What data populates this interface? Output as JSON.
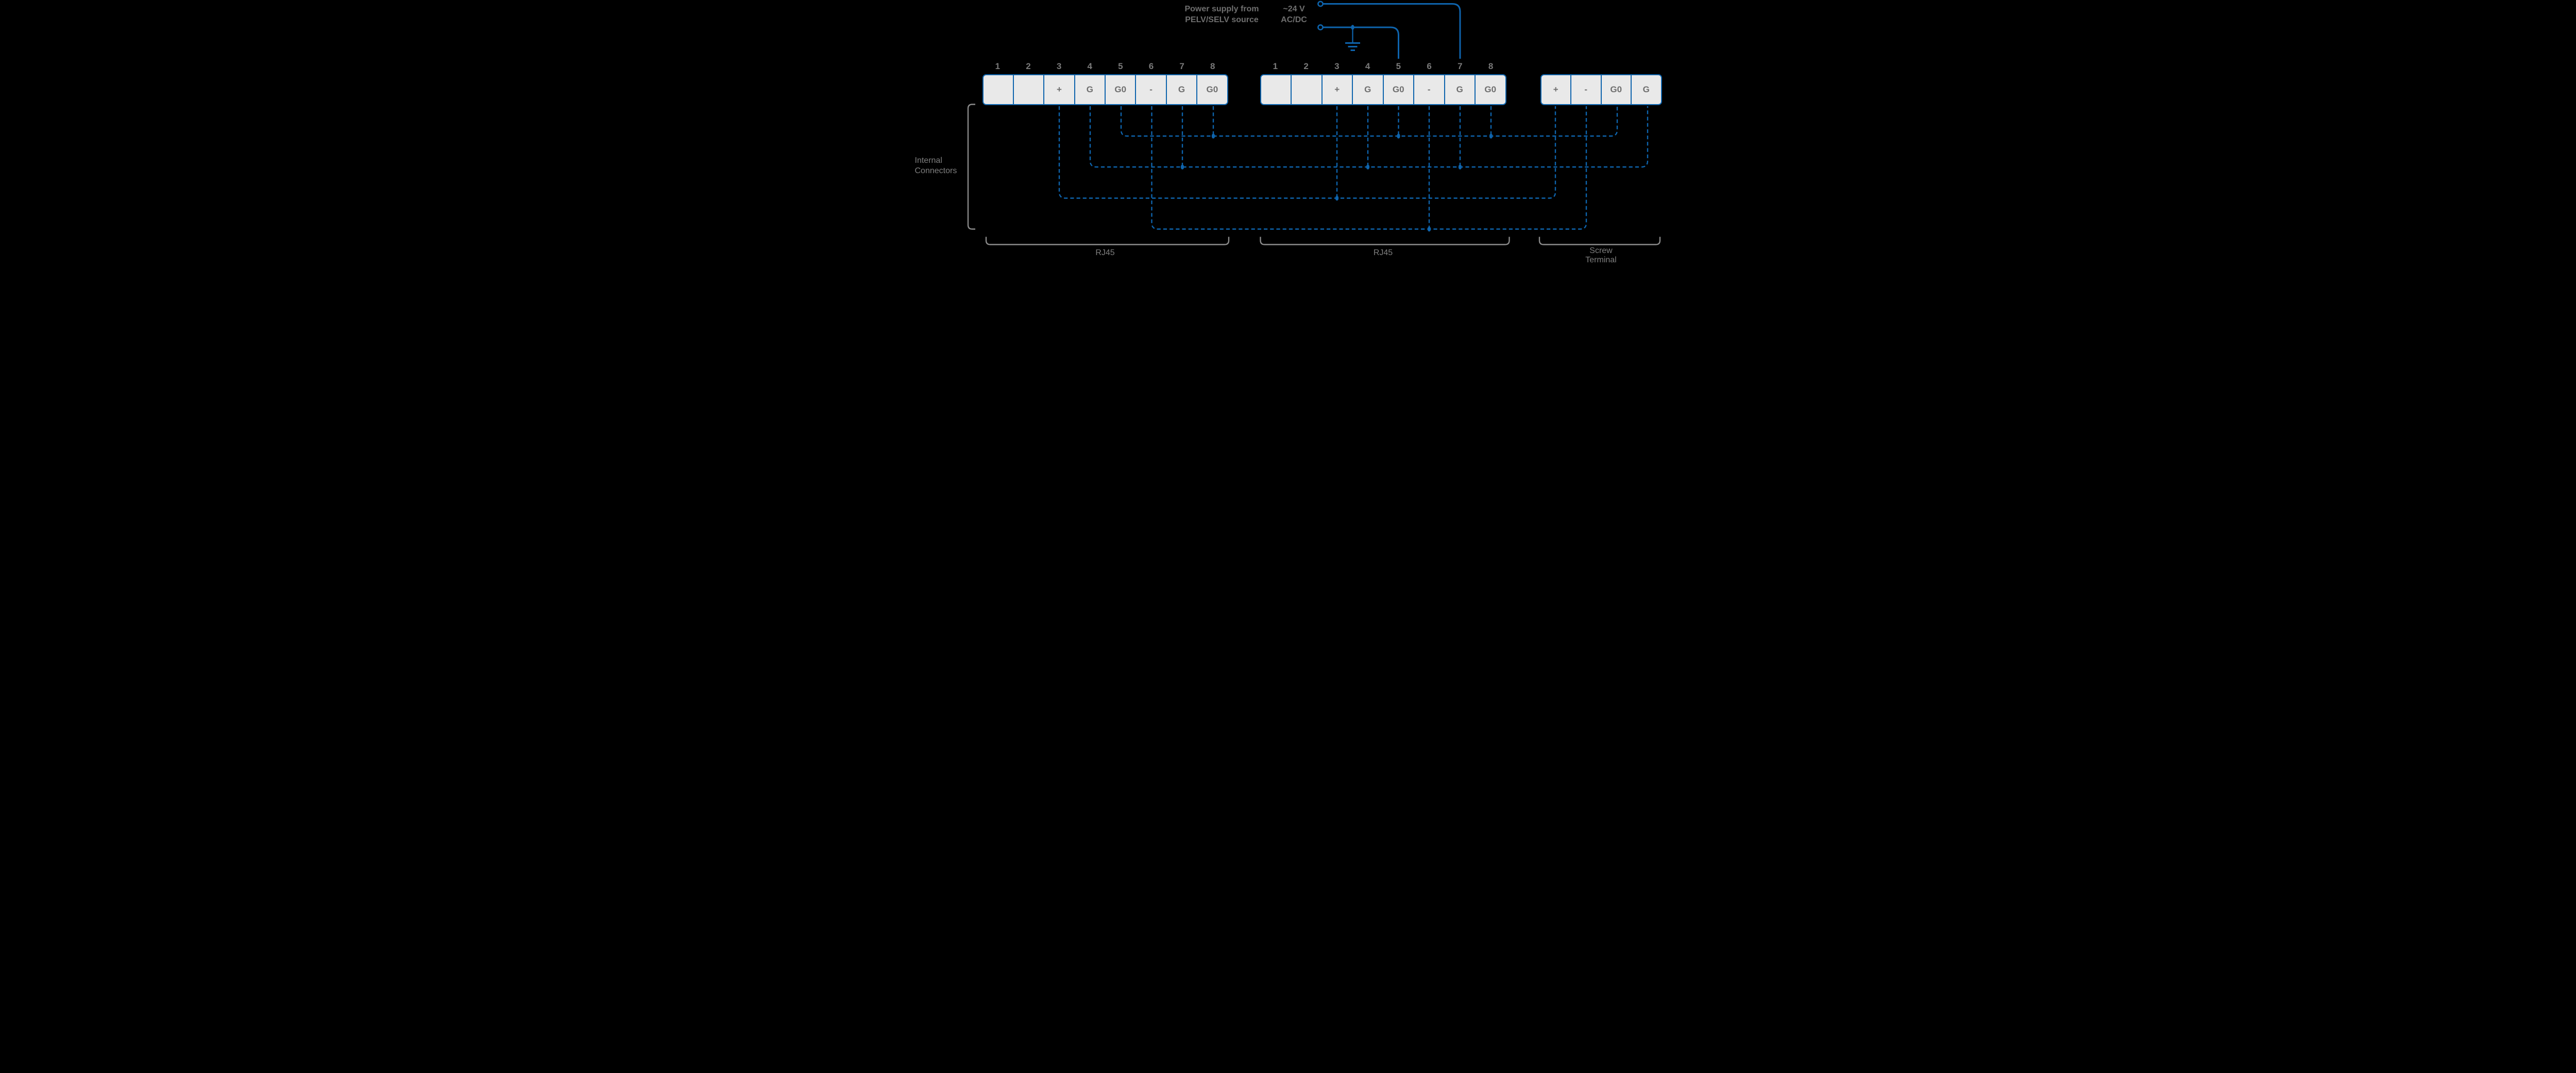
{
  "power_supply": {
    "source_line1": "Power supply from",
    "source_line2": "PELV/SELV source",
    "rating_line1": "~24 V",
    "rating_line2": "AC/DC"
  },
  "connectors": {
    "rj45_1": {
      "label": "RJ45",
      "pin_numbers": [
        "1",
        "2",
        "3",
        "4",
        "5",
        "6",
        "7",
        "8"
      ],
      "pin_labels": [
        "",
        "",
        "+",
        "G",
        "G0",
        "-",
        "G",
        "G0"
      ]
    },
    "rj45_2": {
      "label": "RJ45",
      "pin_numbers": [
        "1",
        "2",
        "3",
        "4",
        "5",
        "6",
        "7",
        "8"
      ],
      "pin_labels": [
        "",
        "",
        "+",
        "G",
        "G0",
        "-",
        "G",
        "G0"
      ]
    },
    "screw_terminal": {
      "label_line1": "Screw",
      "label_line2": "Terminal",
      "pin_labels": [
        "+",
        "-",
        "G0",
        "G"
      ]
    }
  },
  "internal_connectors": {
    "label_line1": "Internal",
    "label_line2": "Connectors",
    "buses": [
      {
        "signal": "G0",
        "connects": [
          "RJ45-1 pin 5",
          "RJ45-1 pin 8",
          "RJ45-2 pin 5",
          "RJ45-2 pin 8",
          "Screw terminal G0"
        ]
      },
      {
        "signal": "G",
        "connects": [
          "RJ45-1 pin 4",
          "RJ45-1 pin 7",
          "RJ45-2 pin 4",
          "RJ45-2 pin 7",
          "Screw terminal G"
        ]
      },
      {
        "signal": "+",
        "connects": [
          "RJ45-1 pin 3",
          "RJ45-2 pin 3",
          "Screw terminal +"
        ]
      },
      {
        "signal": "-",
        "connects": [
          "RJ45-1 pin 6",
          "RJ45-2 pin 6",
          "Screw terminal -"
        ]
      }
    ]
  },
  "wiring": {
    "supply_terminal_1_to": "RJ45-2 pin 7 (G)",
    "supply_terminal_2_to": "RJ45-2 pin 5 (G0)",
    "grounded_conductor": "G0"
  },
  "colors": {
    "background": "#000000",
    "accent_blue": "#0e64ad",
    "connector_fill": "#e9e9e9",
    "label_gray": "#6f6f6f",
    "bracket_gray": "#8a8a8a"
  }
}
